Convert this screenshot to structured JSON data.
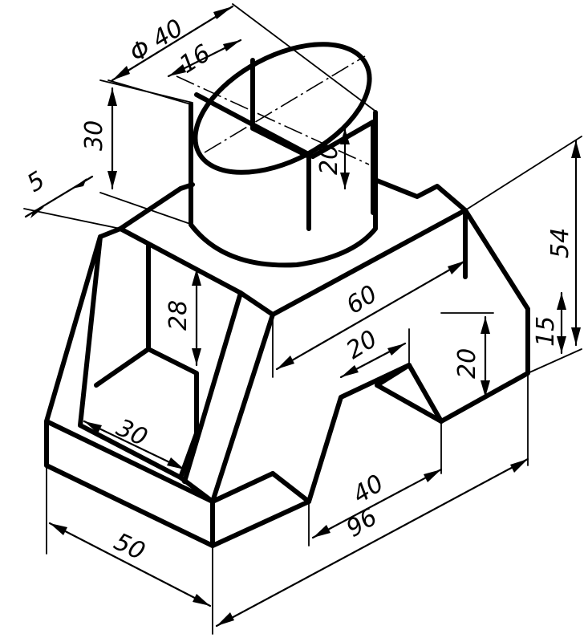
{
  "dimensions": {
    "d_phi40": "Φ 40",
    "d16": "16",
    "d30_height": "30",
    "d5": "5",
    "d20_slot": "20",
    "d28": "28",
    "d30_width": "30",
    "d60": "60",
    "d54": "54",
    "d15": "15",
    "d20_notch_width": "20",
    "d20_notch_height": "20",
    "d40": "40",
    "d96": "96",
    "d50": "50"
  }
}
